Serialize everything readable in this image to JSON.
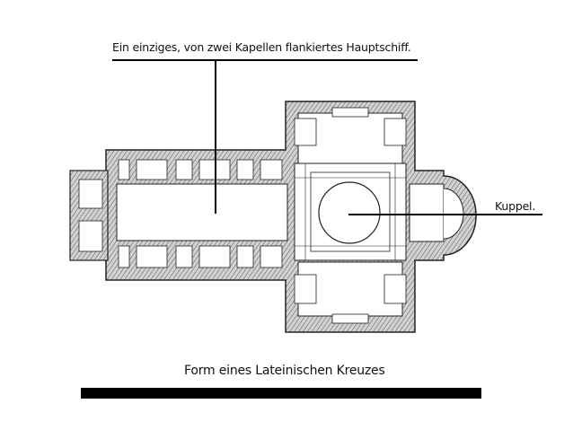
{
  "annotations": {
    "nave": "Ein einziges, von zwei Kapellen flankiertes Hauptschiff.",
    "dome": "Kuppel.",
    "form": "Form eines Lateinischen Kreuzes"
  },
  "colors": {
    "wall_fill": "#cfcfcf",
    "wall_stroke": "#222222",
    "line": "#000000",
    "background": "#ffffff"
  }
}
